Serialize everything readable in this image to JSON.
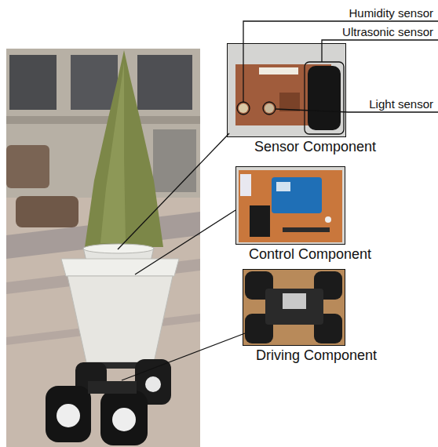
{
  "diagram": {
    "nodes": [
      {
        "text": [
          "Sensor Component"
        ]
      },
      {
        "text": [
          "Control Component"
        ]
      },
      {
        "text": [
          "Driving Component"
        ]
      }
    ],
    "labels": [
      "Humidity sensor",
      "Ultrasonic sensor",
      "Light sensor"
    ]
  }
}
